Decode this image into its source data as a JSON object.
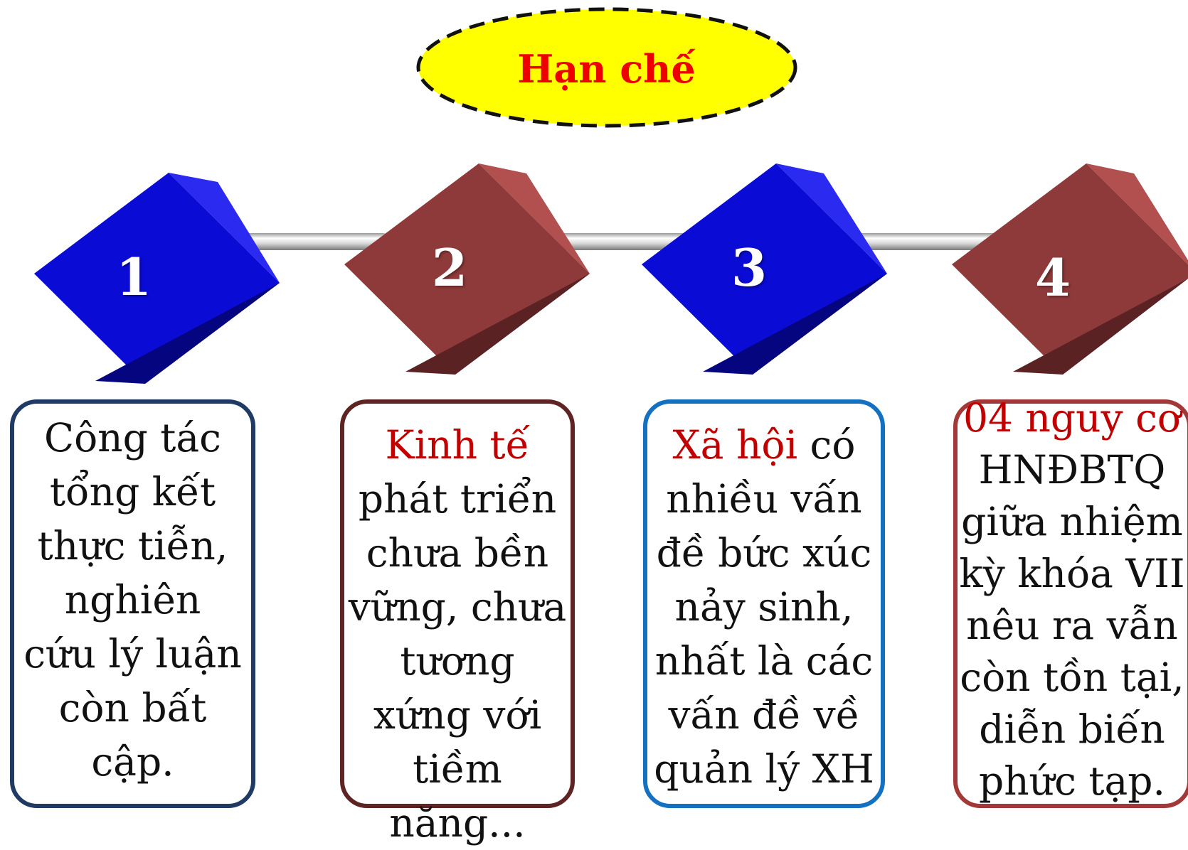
{
  "title": "Hạn chế",
  "items": [
    {
      "number": "1",
      "color": "blue",
      "highlight": "",
      "lines": [
        "Công tác",
        "tổng kết",
        "thực tiễn,",
        "nghiên",
        "cứu lý luận",
        "còn bất",
        "cập."
      ]
    },
    {
      "number": "2",
      "color": "brown",
      "highlight": "Kinh tế",
      "lines": [
        "Kinh tế",
        "phát triển",
        "chưa bền",
        "vững, chưa",
        "tương",
        "xứng với",
        "tiềm",
        "năng..."
      ]
    },
    {
      "number": "3",
      "color": "blue",
      "highlight": "Xã hội",
      "lines": [
        "Xã hội có",
        "nhiều vấn",
        "đề bức xúc",
        "nảy sinh,",
        "nhất là các",
        "vấn đề về",
        "quản lý XH"
      ]
    },
    {
      "number": "4",
      "color": "brown",
      "highlight": "04 nguy cơ",
      "lines": [
        "04 nguy cơ",
        "HNĐBTQ",
        "giữa nhiệm",
        "kỳ khóa VII",
        "nêu ra vẫn",
        "còn tồn tại,",
        "diễn biến",
        "phức tạp."
      ]
    }
  ],
  "colors": {
    "title_fill": "#ffff00",
    "title_text": "#ee0000",
    "highlight_text": "#c00000",
    "blue_cube": "#0a0acc",
    "brown_cube": "#8f3a3a",
    "card1_border": "#1f3a63",
    "card2_border": "#5e2424",
    "card3_border": "#1470c0",
    "card4_border": "#a33838"
  }
}
